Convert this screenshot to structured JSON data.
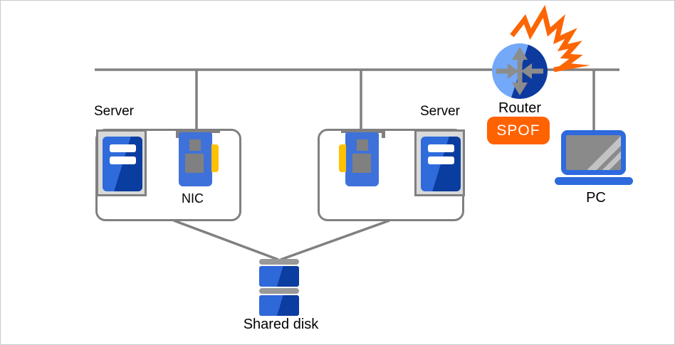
{
  "labels": {
    "server_left": "Server",
    "server_right": "Server",
    "nic": "NIC",
    "router": "Router",
    "spof_badge": "SPOF",
    "pc": "PC",
    "shared_disk": "Shared disk"
  },
  "icons": {
    "router": "circle-with-four-arrows",
    "explosion": "orange-zigzag-burst",
    "server": "tower-server",
    "nic": "network-interface-card",
    "pc": "laptop",
    "shared_disk": "stacked-disk"
  },
  "colors": {
    "canvas_border": "#c6cbd1",
    "line_gray": "#808080",
    "container_fill": "#d9d9d9",
    "tower_light": "#2f6bdb",
    "tower_dark": "#0a3da0",
    "nic_blue": "#3e72da",
    "chip_gray": "#808080",
    "yellow": "#ffc000",
    "router_light": "#74a8f8",
    "router_dark": "#0d3a9e",
    "arrow_gray": "#8c8c8c",
    "explosion_orange": "#fd6502",
    "spof_bg": "#ff6200",
    "spof_text": "#ffffff",
    "laptop_blue": "#2e6ade",
    "screen_gray": "#8a8a8a",
    "screen_stripe": "#c3c3c3",
    "disk_cap": "#999999",
    "disk_light": "#2e68d9",
    "disk_dark": "#0c3da0",
    "label_color": "#000000"
  }
}
